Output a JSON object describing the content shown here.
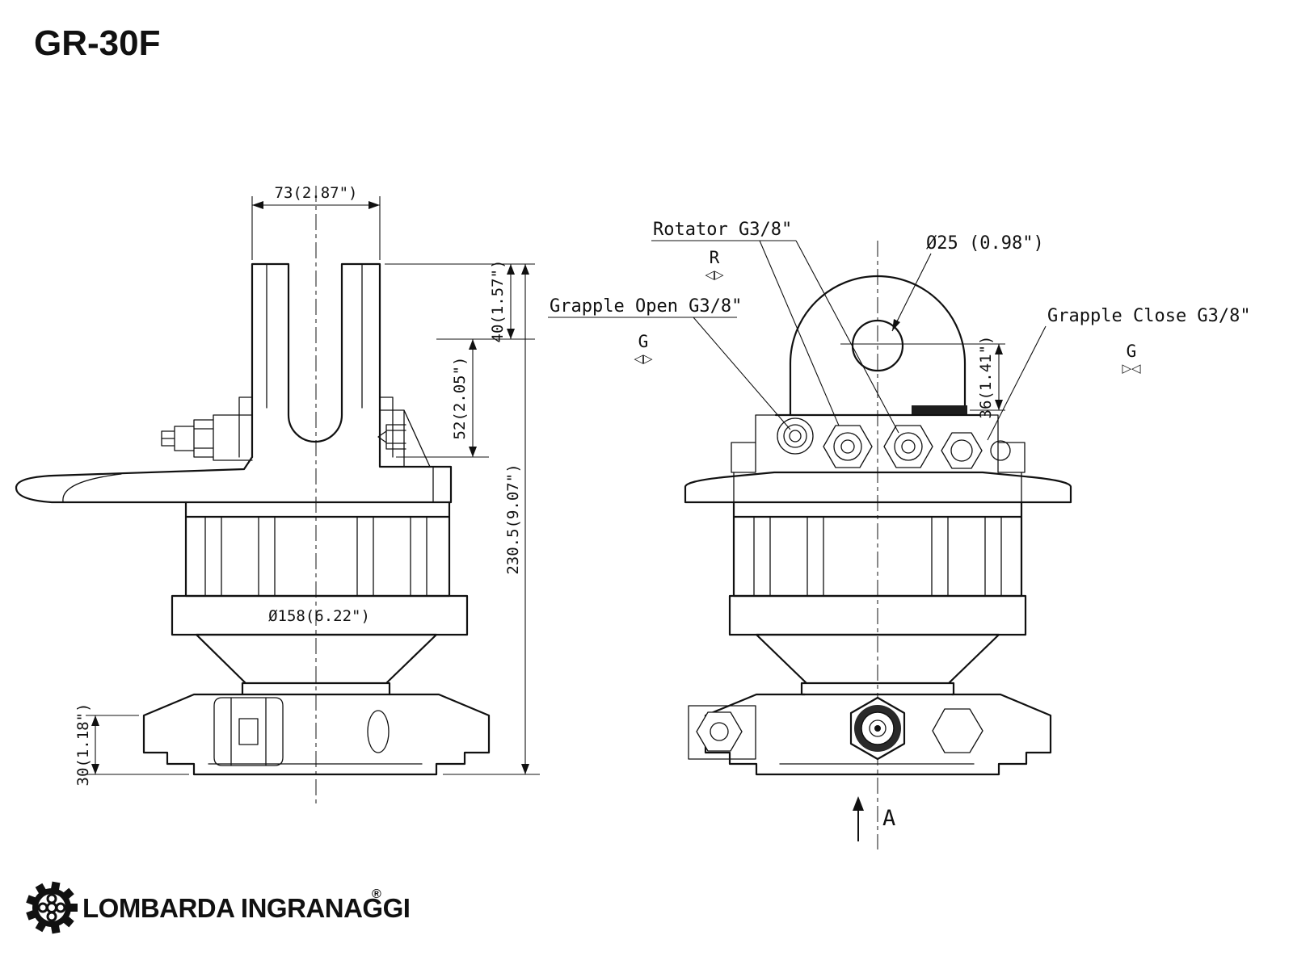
{
  "title": "GR-30F",
  "side_view": {
    "dim_top_width": "73(2.87\")",
    "dim_upper": "40(1.57\")",
    "dim_mid": "52(2.05\")",
    "dim_total_height": "230.5(9.07\")",
    "dim_flange_diameter": "Ø158(6.22\")",
    "dim_bottom": "30(1.18\")"
  },
  "front_view": {
    "rotator_label": "Rotator G3/8\"",
    "rotator_symbol": "R",
    "rotator_flow": "◁▷",
    "grapple_open_label": "Grapple Open G3/8\"",
    "grapple_open_symbol": "G",
    "grapple_open_flow": "◁▷",
    "grapple_close_label": "Grapple Close G3/8\"",
    "grapple_close_symbol": "G",
    "grapple_close_flow": "▷◁",
    "dim_hole_diameter": "Ø25 (0.98\")",
    "dim_shackle": "36(1.41\")",
    "view_direction": "A"
  },
  "branding": {
    "name": "LOMBARDA INGRANAGGI",
    "registered": "®"
  },
  "colors": {
    "ink": "#111111",
    "background": "#ffffff"
  }
}
